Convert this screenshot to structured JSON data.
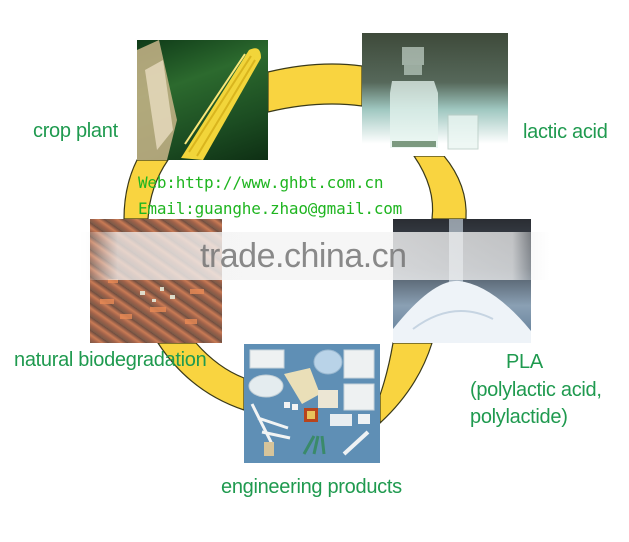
{
  "diagram": {
    "title": "PLA lifecycle cycle",
    "ring_color": "#f9d440",
    "ring_outline": "#3a3a1a",
    "label_color": "#1f9a4f",
    "contact_color": "#1fb520",
    "stages": [
      {
        "id": "crop",
        "label": "crop plant",
        "image": "corn-cob-photo"
      },
      {
        "id": "lactic",
        "label": "lactic acid",
        "image": "lactic-acid-bottles-photo"
      },
      {
        "id": "pla",
        "label_line1": "PLA",
        "label_line2": "(polylactic acid,",
        "label_line3": "polylactide)",
        "image": "white-powder-photo"
      },
      {
        "id": "engineering",
        "label": "engineering products",
        "image": "plastic-products-photo"
      },
      {
        "id": "biodegradation",
        "label": "natural biodegradation",
        "image": "soil-decomposition-photo"
      }
    ]
  },
  "contact": {
    "web": "Web:http://www.ghbt.com.cn",
    "email": "Email:guanghe.zhao@gmail.com"
  },
  "watermark": {
    "text": "trade.china.cn"
  }
}
